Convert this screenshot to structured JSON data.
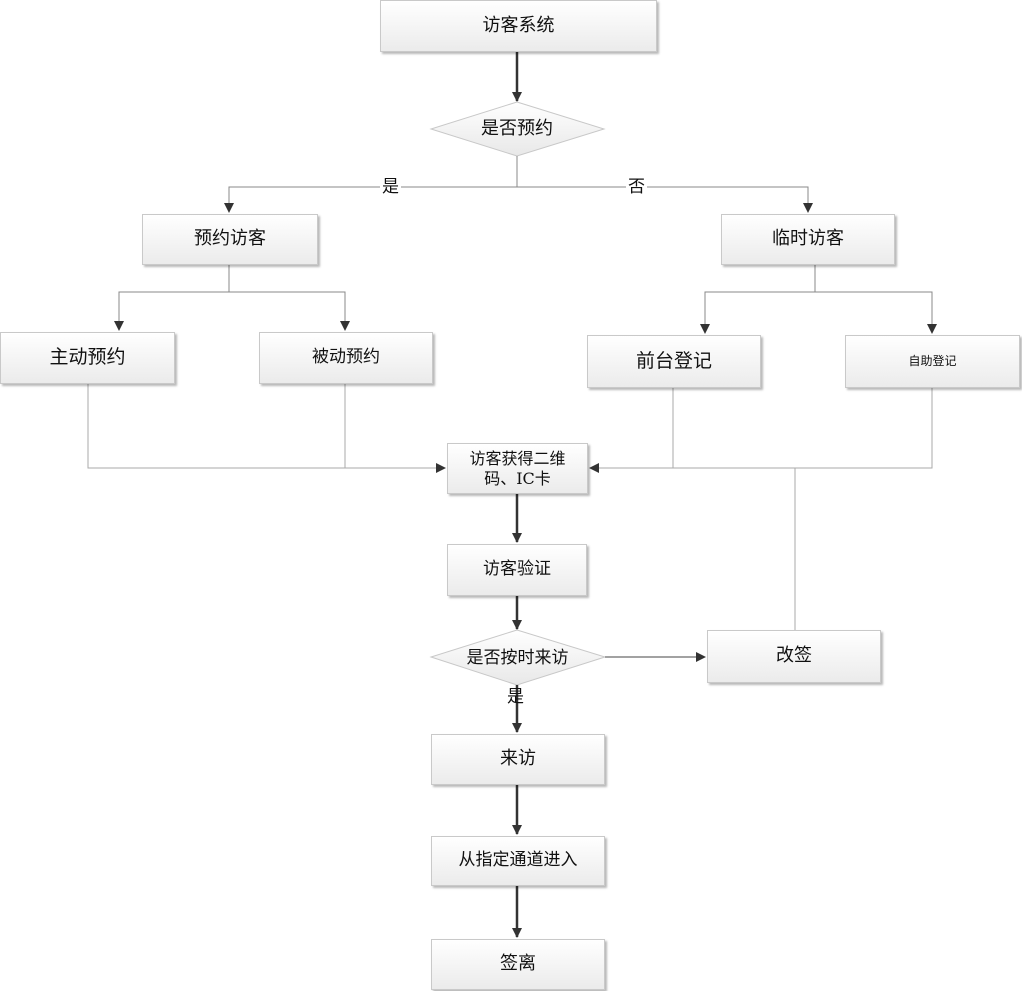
{
  "nodes": {
    "visitor_system": "访客系统",
    "is_reserved": "是否预约",
    "reserved_visitor": "预约访客",
    "temporary_visitor": "临时访客",
    "active_reservation": "主动预约",
    "passive_reservation": "被动预约",
    "front_desk_register": "前台登记",
    "self_register": "自助登记",
    "get_qr_ic": "访客获得二维码、IC卡",
    "visitor_verify": "访客验证",
    "on_time": "是否按时来访",
    "reschedule": "改签",
    "visit": "来访",
    "enter_channel": "从指定通道进入",
    "sign_out": "签离"
  },
  "edges": {
    "yes_left": "是",
    "no_right": "否",
    "yes_down": "是"
  }
}
